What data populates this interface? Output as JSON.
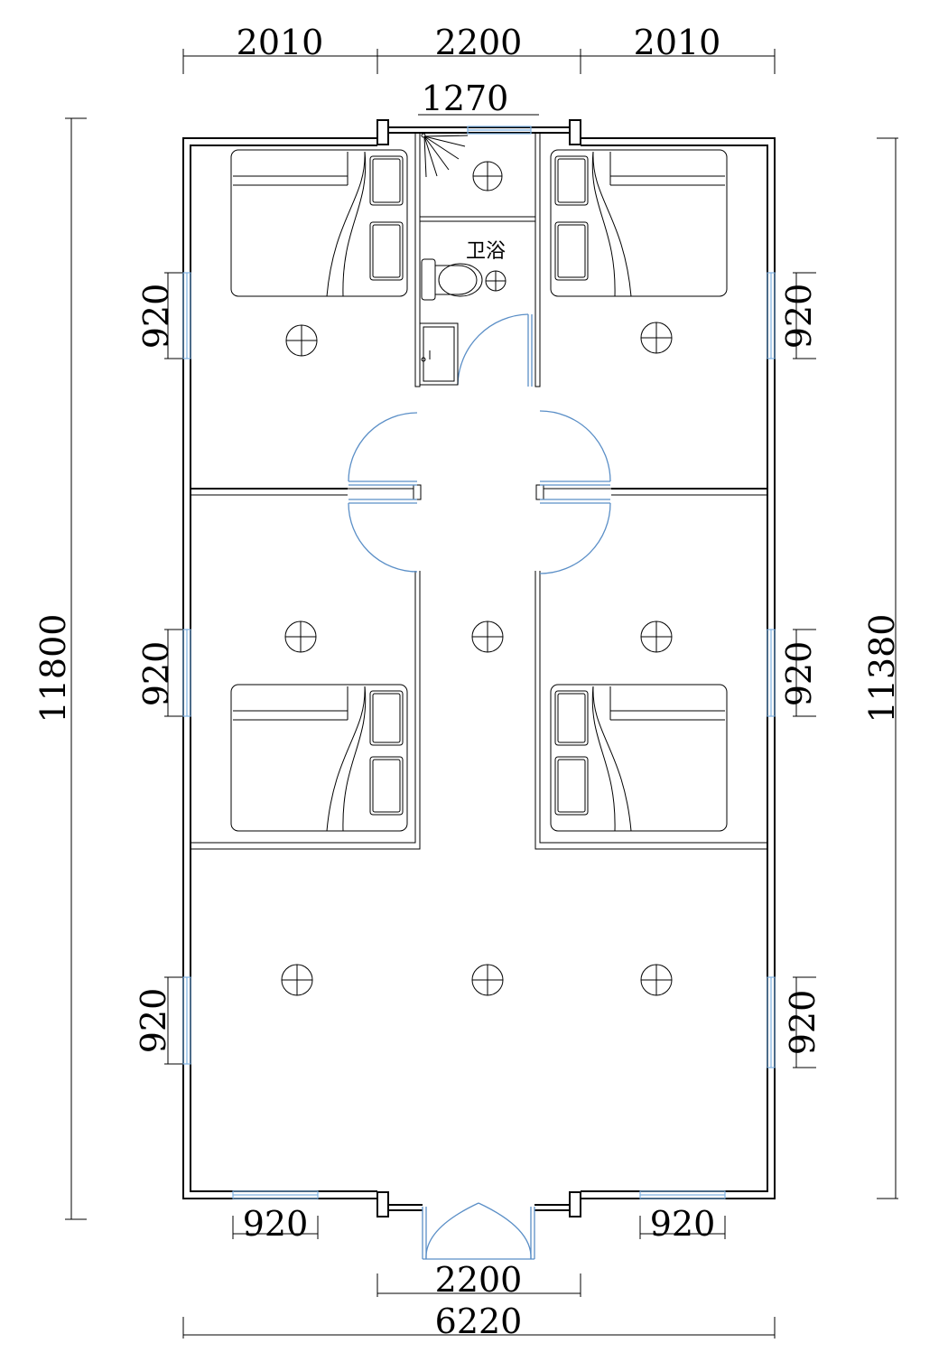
{
  "dimensions": {
    "top": [
      "2010",
      "2200",
      "2010"
    ],
    "bathroom_width": "1270",
    "left_total": "11800",
    "right_total": "11380",
    "left_windows": [
      "920",
      "920",
      "920"
    ],
    "right_windows": [
      "920",
      "920",
      "920"
    ],
    "bottom_windows": [
      "920",
      "920"
    ],
    "door_width": "2200",
    "overall_width": "6220"
  },
  "rooms": {
    "bathroom_label": "卫浴"
  },
  "colors": {
    "wall": "#000000",
    "door_swing": "#5b8fc7",
    "window_glass": "#7fb2e3"
  },
  "icons": [
    "ceiling-light-icon",
    "bed-icon",
    "toilet-icon",
    "sink-icon",
    "shower-icon"
  ]
}
